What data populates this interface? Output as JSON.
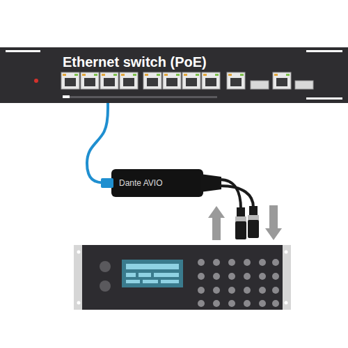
{
  "diagram": {
    "nodes": [
      {
        "text": [
          "Ethernet switch (PoE)"
        ]
      },
      {
        "text": [
          "Dante AVIO"
        ]
      }
    ],
    "edges": [
      {
        "from": 0,
        "to": 1,
        "arrow": "none"
      }
    ]
  }
}
